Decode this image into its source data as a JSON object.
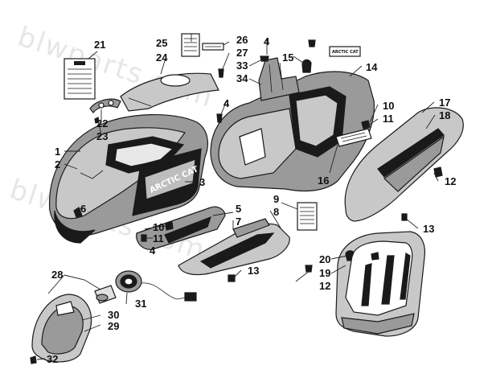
{
  "watermark": {
    "text_upper": "blwparts.com",
    "text_lower": "blwparts.com"
  },
  "brand": {
    "hood_text": "ARCTIC CAT",
    "decal_text": "ARCTIC CAT"
  },
  "callouts": {
    "c1": "1",
    "c2": "2",
    "c3": "3",
    "c4a": "4",
    "c4b": "4",
    "c4c": "4",
    "c5": "5",
    "c6": "6",
    "c7": "7",
    "c8": "8",
    "c9": "9",
    "c10a": "10",
    "c10b": "10",
    "c11a": "11",
    "c11b": "11",
    "c12a": "12",
    "c12b": "12",
    "c13a": "13",
    "c13b": "13",
    "c14": "14",
    "c15": "15",
    "c16": "16",
    "c17": "17",
    "c18": "18",
    "c19": "19",
    "c20": "20",
    "c21": "21",
    "c22": "22",
    "c23": "23",
    "c24": "24",
    "c25": "25",
    "c26": "26",
    "c27": "27",
    "c28": "28",
    "c29": "29",
    "c30": "30",
    "c31": "31",
    "c32": "32",
    "c33": "33",
    "c34": "34"
  },
  "colors": {
    "body_gray": "#9a9a9a",
    "light_gray": "#c8c8c8",
    "dark": "#1a1a1a",
    "watermark": "#b9b9b9"
  }
}
